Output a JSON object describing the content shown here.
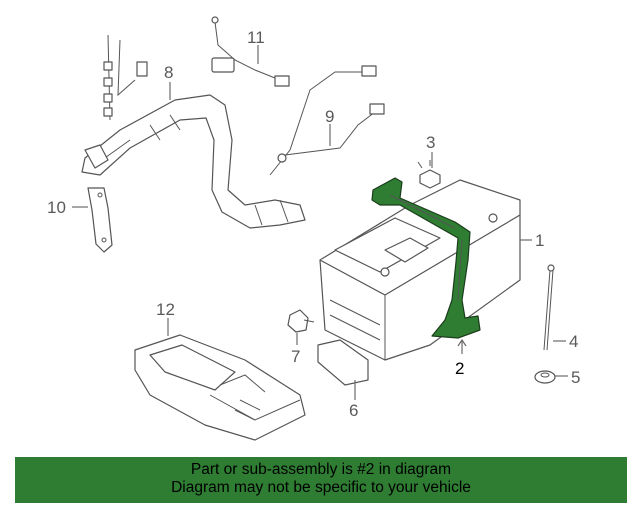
{
  "diagram": {
    "callouts": [
      {
        "id": "1",
        "label": "1"
      },
      {
        "id": "2",
        "label": "2"
      },
      {
        "id": "3",
        "label": "3"
      },
      {
        "id": "4",
        "label": "4"
      },
      {
        "id": "5",
        "label": "5"
      },
      {
        "id": "6",
        "label": "6"
      },
      {
        "id": "7",
        "label": "7"
      },
      {
        "id": "8",
        "label": "8"
      },
      {
        "id": "9",
        "label": "9"
      },
      {
        "id": "10",
        "label": "10"
      },
      {
        "id": "11",
        "label": "11"
      },
      {
        "id": "12",
        "label": "12"
      }
    ],
    "highlight_color": "#2e7d32"
  },
  "banner": {
    "line1": "Part or sub-assembly is #2 in diagram",
    "line2": "Diagram may not be specific to your vehicle"
  }
}
